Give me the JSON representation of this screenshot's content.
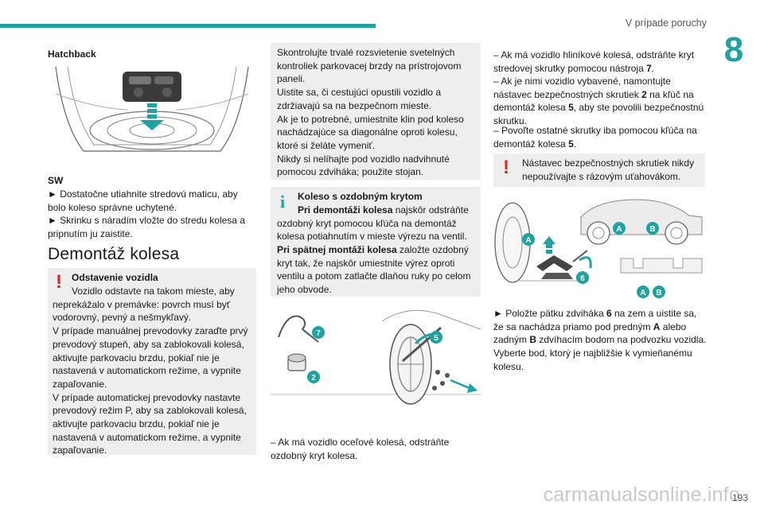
{
  "header": {
    "section_title": "V prípade poruchy",
    "chapter_number": "8"
  },
  "col1": {
    "hatchback_label": "Hatchback",
    "sw_label": "SW",
    "sw_line1": "► Dostatočne utiahnite stredovú maticu, aby bolo koleso správne uchytené.",
    "sw_line2": "► Skrinku s náradím vložte do stredu kolesa a pripnutím ju zaistite.",
    "section_heading": "Demontáž kolesa",
    "warning_title": "Odstavenie vozidla",
    "warning_text": "Vozidlo odstavte na takom mieste, aby neprekážalo v premávke: povrch musí byť vodorovný, pevný a nešmykľavý.\nV prípade manuálnej prevodovky zaraďte prvý prevodový stupeň, aby sa zablokovali kolesá, aktivujte parkovaciu brzdu, pokiaľ nie je nastavená v automatickom režime, a vypnite zapaľovanie.\nV prípade automatickej prevodovky nastavte prevodový režim P, aby sa zablokovali kolesá, aktivujte parkovaciu brzdu, pokiaľ nie je nastavená v automatickom režime, a vypnite zapaľovanie."
  },
  "col2": {
    "box_text": "Skontrolujte trvalé rozsvietenie svetelných kontroliek parkovacej brzdy na prístrojovom paneli.\nUistite sa, či cestujúci opustili vozidlo a zdržiavajú sa na bezpečnom mieste.\nAk je to potrebné, umiestnite klin pod koleso nachádzajúce sa diagonálne oproti kolesu, ktoré si želáte vymeniť.\nNikdy si nelíhajte pod vozidlo nadvihnuté pomocou zdviháka; použite stojan.",
    "info_title": "Koleso s ozdobným krytom",
    "info_bold1": "Pri demontáži kolesa",
    "info_text1": " najskôr odstráňte ozdobný kryt pomocou kľúča na demontáž kolesa potiahnutím v mieste výrezu na ventil.",
    "info_bold2": "Pri spätnej montáži kolesa",
    "info_text2": " založte ozdobný kryt tak, že najskôr umiestnite výrez oproti ventilu a potom zatlačte dlaňou ruky po celom jeho obvode.",
    "callouts": [
      "7",
      "5",
      "2"
    ],
    "caption": "– Ak má vozidlo oceľové kolesá, odstráňte ozdobný kryt kolesa."
  },
  "col3": {
    "line1_pre": "– Ak má vozidlo hliníkové kolesá, odstráňte kryt stredovej skrutky pomocou nástroja ",
    "line1_b": "7",
    "line1_post": ".",
    "line2_pre": "– Ak je nimi vozidlo vybavené, namontujte nástavec bezpečnostných skrutiek ",
    "line2_b1": "2",
    "line2_mid": " na kľúč na demontáž kolesa ",
    "line2_b2": "5",
    "line2_post": ", aby ste povolili bezpečnostnú skrutku.",
    "line3_pre": "– Povoľte ostatné skrutky iba pomocou kľúča na demontáž kolesa ",
    "line3_b": "5",
    "line3_post": ".",
    "warning_text": "Nástavec bezpečnostných skrutiek nikdy nepoužívajte s rázovým uťahovákom.",
    "callouts": [
      "A",
      "B",
      "A",
      "6",
      "A",
      "B"
    ],
    "step_pre": "► Položte pätku zdviháka ",
    "step_b1": "6",
    "step_mid1": " na zem a uistite sa, že sa nachádza priamo pod predným ",
    "step_b2": "A",
    "step_mid2": " alebo zadným ",
    "step_b3": "B",
    "step_post": " zdvíhacím bodom na podvozku vozidla. Vyberte bod, ktorý je najbližšie k vymieňanému kolesu."
  },
  "footer": {
    "page_number": "193",
    "watermark": "carmanualsonline.info"
  },
  "colors": {
    "accent": "#1fa3a0",
    "warning": "#e2231a",
    "box_bg": "#eeeeee"
  }
}
